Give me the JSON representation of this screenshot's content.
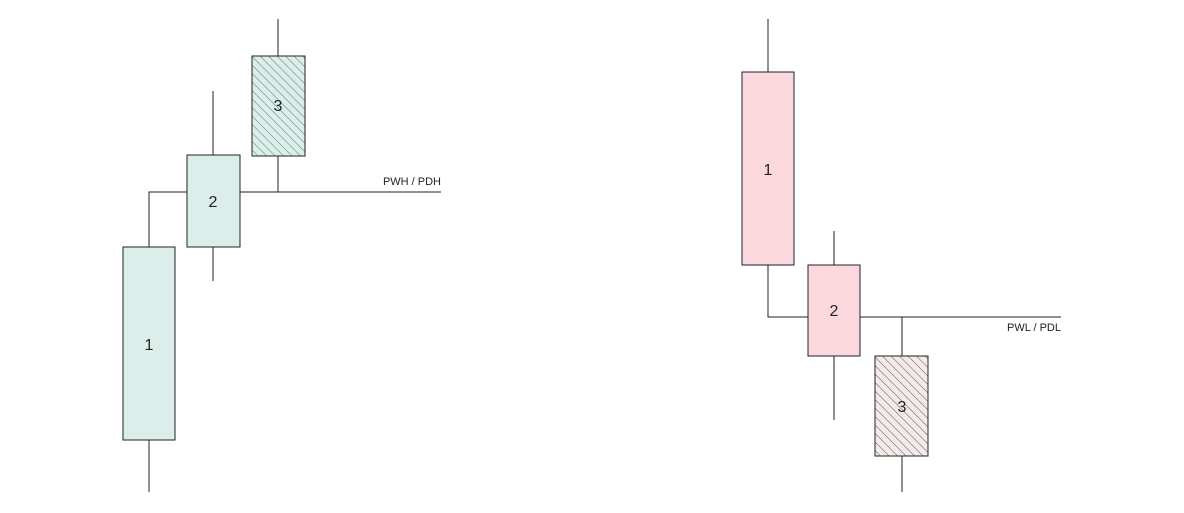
{
  "colors": {
    "line": "#222222",
    "bull_fill": "#dbeeea",
    "bear_fill": "#fbd8dd",
    "hatch_bull": "#5f7d77",
    "hatch_bear": "#6b5b5d"
  },
  "bullish": {
    "level_label": "PWH / PDH",
    "candles": [
      {
        "label": "1"
      },
      {
        "label": "2"
      },
      {
        "label": "3"
      }
    ]
  },
  "bearish": {
    "level_label": "PWL / PDL",
    "candles": [
      {
        "label": "1"
      },
      {
        "label": "2"
      },
      {
        "label": "3"
      }
    ]
  }
}
